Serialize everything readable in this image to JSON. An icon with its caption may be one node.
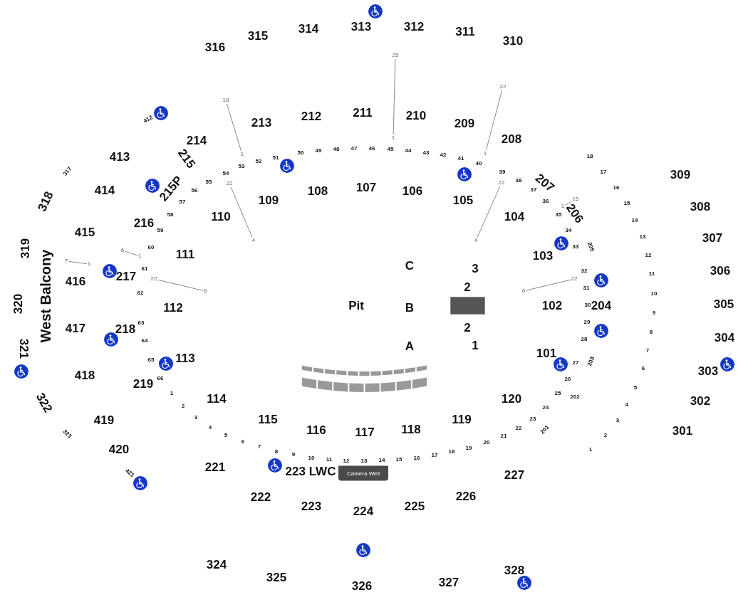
{
  "diagram": {
    "nodes": [
      {
        "text": [
          "18"
        ]
      },
      {
        "text": [
          "1"
        ]
      },
      {
        "text": [
          "22"
        ]
      },
      {
        "text": [
          "4"
        ]
      },
      {
        "text": [
          "25"
        ]
      },
      {
        "text": [
          "1"
        ]
      },
      {
        "text": [
          "22"
        ]
      },
      {
        "text": [
          "1"
        ]
      },
      {
        "text": [
          "22"
        ]
      },
      {
        "text": [
          "4"
        ]
      },
      {
        "text": [
          "15"
        ]
      },
      {
        "text": [
          "1"
        ]
      },
      {
        "text": [
          "6"
        ]
      },
      {
        "text": [
          "1"
        ]
      },
      {
        "text": [
          "7"
        ]
      },
      {
        "text": [
          "1"
        ]
      },
      {
        "text": [
          "22"
        ]
      },
      {
        "text": [
          "6"
        ]
      },
      {
        "text": [
          "6"
        ]
      },
      {
        "text": [
          "22"
        ]
      },
      {
        "text": [
          "Camera Well"
        ]
      }
    ],
    "edges": [
      {
        "from": 0,
        "to": 1,
        "arrow": "none"
      },
      {
        "from": 2,
        "to": 3,
        "arrow": "none"
      },
      {
        "from": 4,
        "to": 5,
        "arrow": "none"
      },
      {
        "from": 6,
        "to": 7,
        "arrow": "none"
      },
      {
        "from": 8,
        "to": 9,
        "arrow": "none"
      },
      {
        "from": 10,
        "to": 11,
        "arrow": "none"
      },
      {
        "from": 12,
        "to": 13,
        "arrow": "none"
      },
      {
        "from": 14,
        "to": 15,
        "arrow": "none"
      },
      {
        "from": 16,
        "to": 17,
        "arrow": "none"
      },
      {
        "from": 18,
        "to": 19,
        "arrow": "none"
      }
    ],
    "labels": [
      "316",
      "315",
      "314",
      "313",
      "312",
      "311",
      "310",
      "213",
      "212",
      "211",
      "210",
      "209",
      "208",
      "412",
      "214",
      "413",
      "215",
      "317",
      "18",
      "17",
      "309",
      "414",
      "215P",
      "318",
      "109",
      "108",
      "107",
      "106",
      "105",
      "104",
      "207",
      "206",
      "16",
      "15",
      "308",
      "110",
      "216",
      "415",
      "14",
      "13",
      "307",
      "319",
      "111",
      "103",
      "205",
      "12",
      "306",
      "C",
      "3",
      "2",
      "416",
      "217",
      "11",
      "320",
      "West Balcony",
      "112",
      "Pit",
      "B",
      "102",
      "204",
      "10",
      "9",
      "305",
      "417",
      "218",
      "2",
      "8",
      "304",
      "321",
      "A",
      "1",
      "113",
      "101",
      "203",
      "7",
      "303",
      "418",
      "219",
      "6",
      "114",
      "120",
      "202",
      "5",
      "322",
      "4",
      "302",
      "419",
      "115",
      "119",
      "201",
      "3",
      "323",
      "116",
      "117",
      "118",
      "2",
      "301",
      "420",
      "1",
      "221",
      "223 LWC",
      "227",
      "222",
      "223",
      "224",
      "225",
      "226",
      "421",
      "324",
      "325",
      "326",
      "327",
      "328",
      "53",
      "52",
      "51",
      "50",
      "49",
      "48",
      "47",
      "46",
      "45",
      "44",
      "43",
      "42",
      "41",
      "40",
      "39",
      "38",
      "37",
      "36",
      "35",
      "34",
      "33",
      "32",
      "31",
      "30",
      "29",
      "28",
      "27",
      "1",
      "2",
      "3",
      "4",
      "5",
      "6",
      "7",
      "8",
      "9",
      "10",
      "11",
      "12",
      "13",
      "14",
      "15",
      "16",
      "17",
      "18",
      "19",
      "20",
      "21",
      "22",
      "23",
      "24",
      "25",
      "26",
      "54",
      "55",
      "56",
      "57",
      "58",
      "59",
      "60",
      "61",
      "62",
      "63",
      "64",
      "65",
      "66"
    ]
  }
}
